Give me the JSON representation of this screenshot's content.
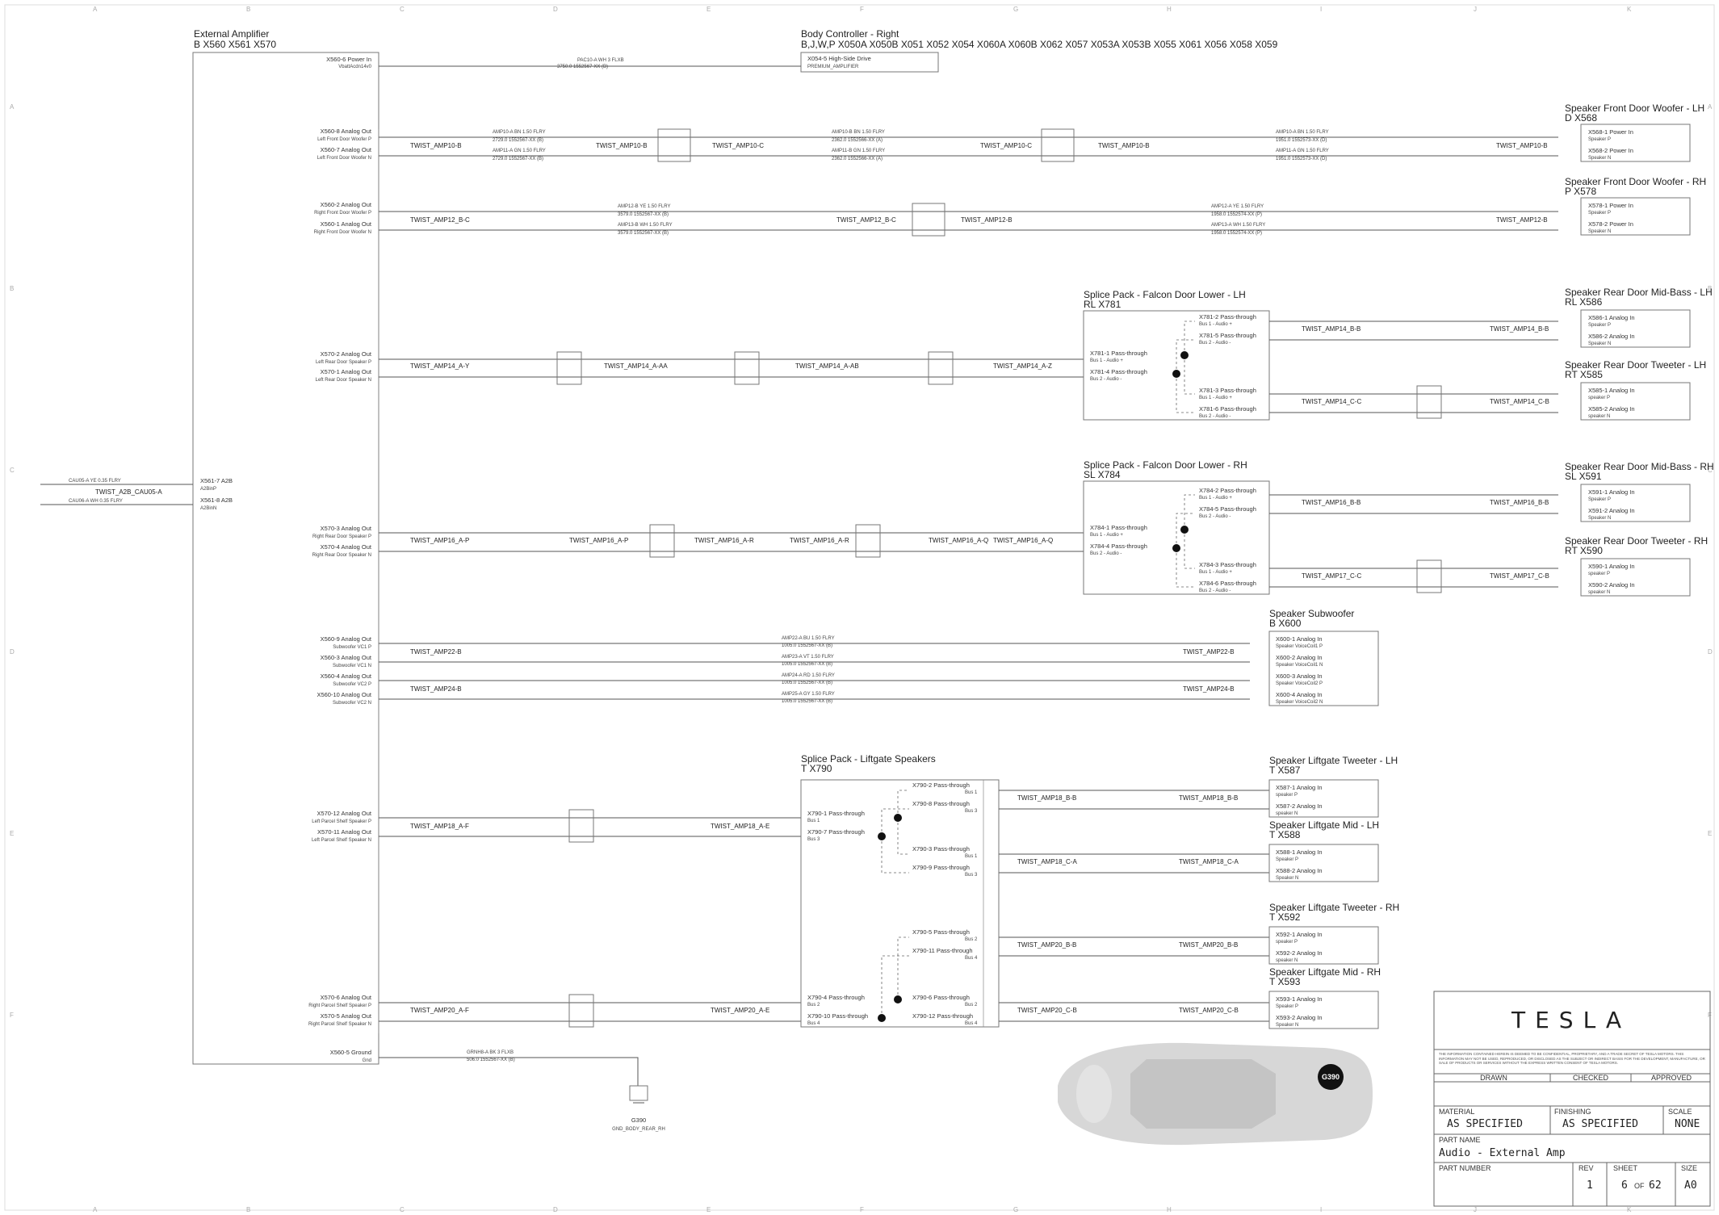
{
  "grid": {
    "cols": [
      "A",
      "B",
      "C",
      "D",
      "E",
      "F",
      "G",
      "H",
      "I",
      "J",
      "K"
    ],
    "rows": [
      "A",
      "B",
      "C",
      "D",
      "E",
      "F"
    ]
  },
  "external_amp": {
    "title": "External Amplifier",
    "conns": "B        X560   X561   X570"
  },
  "body_controller": {
    "title": "Body Controller - Right",
    "conns": "B,J,W,P        X050A   X050B   X051   X052   X054   X060A   X060B   X062   X057   X053A   X053B   X055   X061   X056   X058   X059"
  },
  "pins": {
    "power": [
      "X560-6 Power In",
      "VbattAcdn14v0"
    ],
    "p560_8": [
      "X560-8 Analog Out",
      "Left Front Door Woofer P"
    ],
    "p560_7": [
      "X560-7 Analog Out",
      "Left Front Door Woofer N"
    ],
    "p560_2": [
      "X560-2 Analog Out",
      "Right Front Door Woofer P"
    ],
    "p560_1": [
      "X560-1 Analog Out",
      "Right Front Door Woofer N"
    ],
    "p570_2": [
      "X570-2 Analog Out",
      "Left Rear Door Speaker P"
    ],
    "p570_1": [
      "X570-1 Analog Out",
      "Left Rear Door Speaker N"
    ],
    "p570_3": [
      "X570-3 Analog Out",
      "Right Rear Door Speaker P"
    ],
    "p570_4": [
      "X570-4 Analog Out",
      "Right Rear Door Speaker N"
    ],
    "p560_9": [
      "X560-9 Analog Out",
      "Subwoofer VC1 P"
    ],
    "p560_3": [
      "X560-3 Analog Out",
      "Subwoofer VC1 N"
    ],
    "p560_4": [
      "X560-4 Analog Out",
      "Subwoofer VC2 P"
    ],
    "p560_10": [
      "X560-10 Analog Out",
      "Subwoofer VC2 N"
    ],
    "p570_12": [
      "X570-12 Analog Out",
      "Left Parcel Shelf Speaker P"
    ],
    "p570_11": [
      "X570-11 Analog Out",
      "Left Parcel Shelf Speaker N"
    ],
    "p570_6": [
      "X570-6 Analog Out",
      "Right Parcel Shelf Speaker P"
    ],
    "p570_5": [
      "X570-5 Analog Out",
      "Right Parcel Shelf Speaker N"
    ],
    "ground": [
      "X560-5 Ground",
      "Gnd"
    ],
    "a2b_p": [
      "X561-7 A2B",
      "A2BinP"
    ],
    "a2b_n": [
      "X561-8 A2B",
      "A2BinN"
    ]
  },
  "a2b_wire": {
    "top": "CAU05-A   YE   0.35   FLRY",
    "mid": "TWIST_A2B_CAU05-A",
    "bot": "CAU06-A   WH   0.35   FLRY"
  },
  "power_wire": {
    "top": "PAC10-A   WH   3   FLXB",
    "bot": "3750.0   1552567-XX (B)"
  },
  "bc_pin": [
    "X054-5 High-Side Drive",
    "PREMIUM_AMPLIFIER"
  ],
  "twists": {
    "amp10_b": "TWIST_AMP10-B",
    "amp10_c": "TWIST_AMP10-C",
    "amp12_bc": "TWIST_AMP12_B-C",
    "amp12_b": "TWIST_AMP12-B",
    "amp14_ay": "TWIST_AMP14_A-Y",
    "amp14_aa": "TWIST_AMP14_A-AA",
    "amp14_ab": "TWIST_AMP14_A-AB",
    "amp14_az": "TWIST_AMP14_A-Z",
    "amp14_bb": "TWIST_AMP14_B-B",
    "amp14_cc": "TWIST_AMP14_C-C",
    "amp14_cb": "TWIST_AMP14_C-B",
    "amp16_ap": "TWIST_AMP16_A-P",
    "amp16_ar": "TWIST_AMP16_A-R",
    "amp16_aq": "TWIST_AMP16_A-Q",
    "amp16_bb": "TWIST_AMP16_B-B",
    "amp17_cc": "TWIST_AMP17_C-C",
    "amp17_cb": "TWIST_AMP17_C-B",
    "amp22_b": "TWIST_AMP22-B",
    "amp24_b": "TWIST_AMP24-B",
    "amp18_af": "TWIST_AMP18_A-F",
    "amp18_ae": "TWIST_AMP18_A-E",
    "amp18_bb": "TWIST_AMP18_B-B",
    "amp18_ca": "TWIST_AMP18_C-A",
    "amp20_af": "TWIST_AMP20_A-F",
    "amp20_ae": "TWIST_AMP20_A-E",
    "amp20_bb": "TWIST_AMP20_B-B",
    "amp20_cb": "TWIST_AMP20_C-B"
  },
  "splice_lh": {
    "title": "Splice Pack - Falcon Door Lower - LH",
    "conns": "RL       X781",
    "pins": [
      "X781-1 Pass-through",
      "Bus 1 - Audio +",
      "X781-4 Pass-through",
      "Bus 2 - Audio -",
      "X781-2 Pass-through",
      "Bus 1 - Audio +",
      "X781-5 Pass-through",
      "Bus 2 - Audio -",
      "X781-3 Pass-through",
      "Bus 1 - Audio +",
      "X781-6 Pass-through",
      "Bus 2 - Audio -"
    ]
  },
  "splice_rh": {
    "title": "Splice Pack - Falcon Door Lower - RH",
    "conns": "SL       X784",
    "pins": [
      "X784-1 Pass-through",
      "Bus 1 - Audio +",
      "X784-4 Pass-through",
      "Bus 2 - Audio -",
      "X784-2 Pass-through",
      "Bus 1 - Audio +",
      "X784-5 Pass-through",
      "Bus 2 - Audio -",
      "X784-3 Pass-through",
      "Bus 1 - Audio +",
      "X784-6 Pass-through",
      "Bus 2 - Audio -"
    ]
  },
  "splice_lift": {
    "title": "Splice Pack - Liftgate Speakers",
    "conns": "T       X790",
    "pins": [
      "X790-1 Pass-through",
      "Bus 1",
      "X790-7 Pass-through",
      "Bus 3",
      "X790-2 Pass-through",
      "Bus 1",
      "X790-8 Pass-through",
      "Bus 3",
      "X790-3 Pass-through",
      "Bus 1",
      "X790-9 Pass-through",
      "Bus 3",
      "X790-5 Pass-through",
      "Bus 2",
      "X790-11 Pass-through",
      "Bus 4",
      "X790-4 Pass-through",
      "Bus 2",
      "X790-10 Pass-through",
      "Bus 4",
      "X790-6 Pass-through",
      "Bus 2",
      "X790-12 Pass-through",
      "Bus 4"
    ]
  },
  "speakers": [
    {
      "title": "Speaker Front Door Woofer - LH",
      "conns": "D      X568",
      "p1": "X568-1 Power In",
      "p1s": "Speaker P",
      "p2": "X568-2 Power In",
      "p2s": "Speaker N"
    },
    {
      "title": "Speaker Front Door Woofer - RH",
      "conns": "P      X578",
      "p1": "X578-1 Power In",
      "p1s": "Speaker P",
      "p2": "X578-2 Power In",
      "p2s": "Speaker N"
    },
    {
      "title": "Speaker Rear Door Mid-Bass - LH",
      "conns": "RL     X586",
      "p1": "X586-1 Analog In",
      "p1s": "Speaker P",
      "p2": "X586-2 Analog In",
      "p2s": "Speaker N"
    },
    {
      "title": "Speaker Rear Door Tweeter - LH",
      "conns": "RT      X585",
      "p1": "X585-1 Analog In",
      "p1s": "speaker P",
      "p2": "X585-2 Analog In",
      "p2s": "speaker N"
    },
    {
      "title": "Speaker Rear Door Mid-Bass - RH",
      "conns": "SL      X591",
      "p1": "X591-1 Analog In",
      "p1s": "Speaker P",
      "p2": "X591-2 Analog In",
      "p2s": "Speaker N"
    },
    {
      "title": "Speaker Rear Door Tweeter - RH",
      "conns": "RT      X590",
      "p1": "X590-1 Analog In",
      "p1s": "speaker P",
      "p2": "X590-2 Analog In",
      "p2s": "speaker N"
    }
  ],
  "subwoofer": {
    "title": "Speaker Subwoofer",
    "conns": "B      X600",
    "pins": [
      "X600-1 Analog In",
      "Speaker VoiceCoil1 P",
      "X600-2 Analog In",
      "Speaker VoiceCoil1 N",
      "X600-3 Analog In",
      "Speaker VoiceCoil2 P",
      "X600-4 Analog In",
      "Speaker VoiceCoil2 N"
    ]
  },
  "liftgate": [
    {
      "title": "Speaker Liftgate Tweeter - LH",
      "conns": "T      X587",
      "p1": "X587-1 Analog In",
      "p1s": "speaker P",
      "p2": "X587-2 Analog In",
      "p2s": "speaker N"
    },
    {
      "title": "Speaker Liftgate Mid - LH",
      "conns": "T      X588",
      "p1": "X588-1 Analog In",
      "p1s": "Speaker P",
      "p2": "X588-2 Analog In",
      "p2s": "Speaker N"
    },
    {
      "title": "Speaker Liftgate Tweeter - RH",
      "conns": "T      X592",
      "p1": "X592-1 Analog In",
      "p1s": "speaker P",
      "p2": "X592-2 Analog In",
      "p2s": "speaker N"
    },
    {
      "title": "Speaker Liftgate Mid - RH",
      "conns": "T      X593",
      "p1": "X593-1 Analog In",
      "p1s": "Speaker P",
      "p2": "X593-2 Analog In",
      "p2s": "Speaker N"
    }
  ],
  "wires": {
    "w1a": "AMP10-A   BN   1.50   FLRY",
    "w1b": "2729.0   1552567-XX (B)",
    "w2a": "AMP11-A   GN   1.50   FLRY",
    "w2b": "2729.0   1552567-XX (B)",
    "w3a": "AMP10-B   BN   1.50   FLRY",
    "w3b": "2362.0   1552566-XX (A)",
    "w4a": "AMP11-B   GN   1.50   FLRY",
    "w4b": "2362.0   1552566-XX (A)",
    "w5a": "AMP10-A   BN   1.50   FLRY",
    "w5b": "1951.0   1552573-XX (D)",
    "w6a": "AMP11-A   GN   1.50   FLRY",
    "w6b": "1951.0   1552573-XX (D)",
    "w7a": "AMP12-B   YE   1.50   FLRY",
    "w7b": "3579.0   1552567-XX (B)",
    "w8a": "AMP13-B   WH   1.50   FLRY",
    "w8b": "3579.0   1552567-XX (B)",
    "w9a": "AMP12-A   YE   1.50   FLRY",
    "w9b": "1958.0   1552574-XX (P)",
    "w10a": "AMP13-A   WH   1.50   FLRY",
    "w10b": "1958.0   1552574-XX (P)",
    "w11a": "AMP22-A   BU   1.50   FLRY",
    "w11b": "1005.0   1552567-XX (B)",
    "w12a": "AMP23-A   VT   1.50   FLRY",
    "w12b": "1005.0   1552567-XX (B)",
    "w13a": "AMP24-A   RD   1.50   FLRY",
    "w13b": "1005.0   1552567-XX (B)",
    "w14a": "AMP25-A   GY   1.50   FLRY",
    "w14b": "1005.0   1552567-XX (B)",
    "gnda": "GRNH8-A   BK   3   FLXB",
    "gndb": "506.0   1552567-XX (B)"
  },
  "ground": {
    "name": "G390",
    "label": "GND_BODY_REAR_RH",
    "badge": "G390"
  },
  "title_block": {
    "logo": "TESLA",
    "notice": "THE INFORMATION CONTAINED HEREIN IS DEEMED TO BE CONFIDENTIAL, PROPRIETARY, AND A TRADE SECRET OF TESLA MOTORS. THIS INFORMATION MAY NOT BE USED, REPRODUCED, OR DISCLOSED AS THE SUBJECT OR INDIRECT BASIS FOR THE DEVELOPMENT, MANUFACTURE, OR SALE OF PRODUCTS OR SERVICES WITHOUT THE EXPRESS WRITTEN CONSENT OF TESLA MOTORS.",
    "drawn": "DRAWN",
    "checked": "CHECKED",
    "approved": "APPROVED",
    "material_lbl": "MATERIAL",
    "material": "AS SPECIFIED",
    "finishing_lbl": "FINISHING",
    "finishing": "AS SPECIFIED",
    "scale_lbl": "SCALE",
    "scale": "NONE",
    "part_name_lbl": "PART NAME",
    "part_name": "Audio - External Amp",
    "part_number_lbl": "PART NUMBER",
    "rev_lbl": "REV",
    "rev": "1",
    "sheet_lbl": "SHEET",
    "sheet": "6",
    "of": "OF",
    "sheet_total": "62",
    "size_lbl": "SIZE",
    "size": "A0"
  }
}
